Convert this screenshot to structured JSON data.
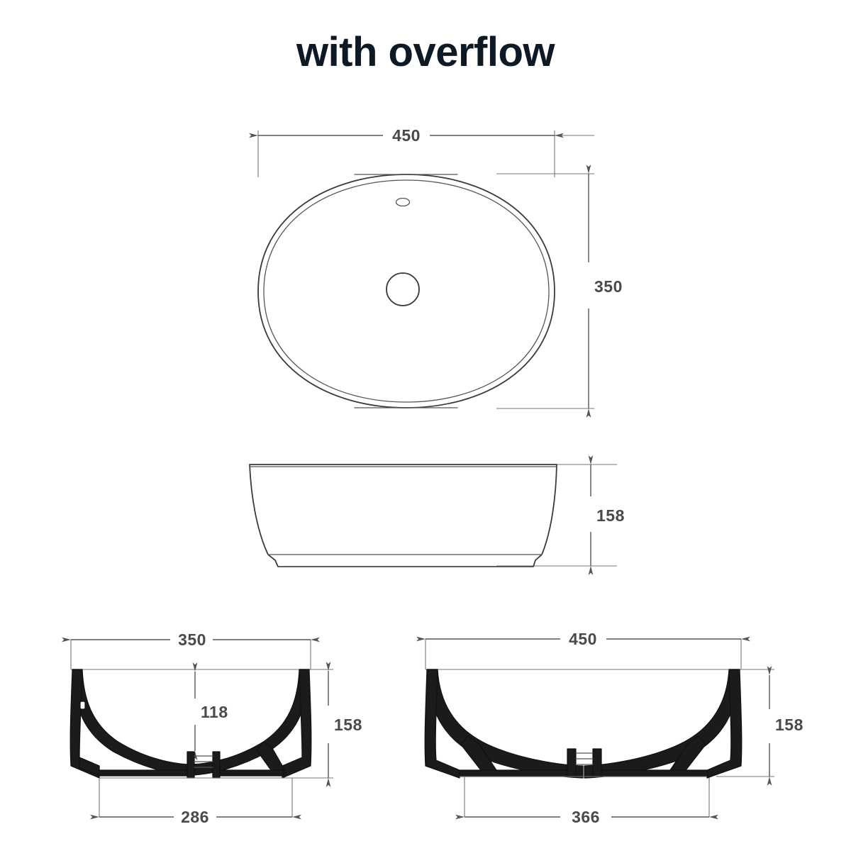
{
  "page": {
    "title": "with overflow",
    "background_color": "#ffffff",
    "title_color": "#0d1a26",
    "line_color": "#3b3b3b",
    "dimension_color": "#555555",
    "section_fill_color": "#1b1b1b"
  },
  "views": {
    "top": {
      "name": "top-view",
      "dimensions": {
        "width_label": "450",
        "height_label": "350"
      },
      "features": {
        "overflow_hole": "overflow-hole",
        "drain_hole": "drain-hole"
      }
    },
    "front": {
      "name": "front-elevation-view",
      "dimensions": {
        "height_label": "158"
      }
    },
    "section_side": {
      "name": "side-cross-section-view",
      "dimensions": {
        "top_width_label": "350",
        "bowl_depth_label": "118",
        "height_label": "158",
        "base_width_label": "286"
      }
    },
    "section_front": {
      "name": "front-cross-section-view",
      "dimensions": {
        "top_width_label": "450",
        "height_label": "158",
        "base_width_label": "366"
      }
    }
  }
}
